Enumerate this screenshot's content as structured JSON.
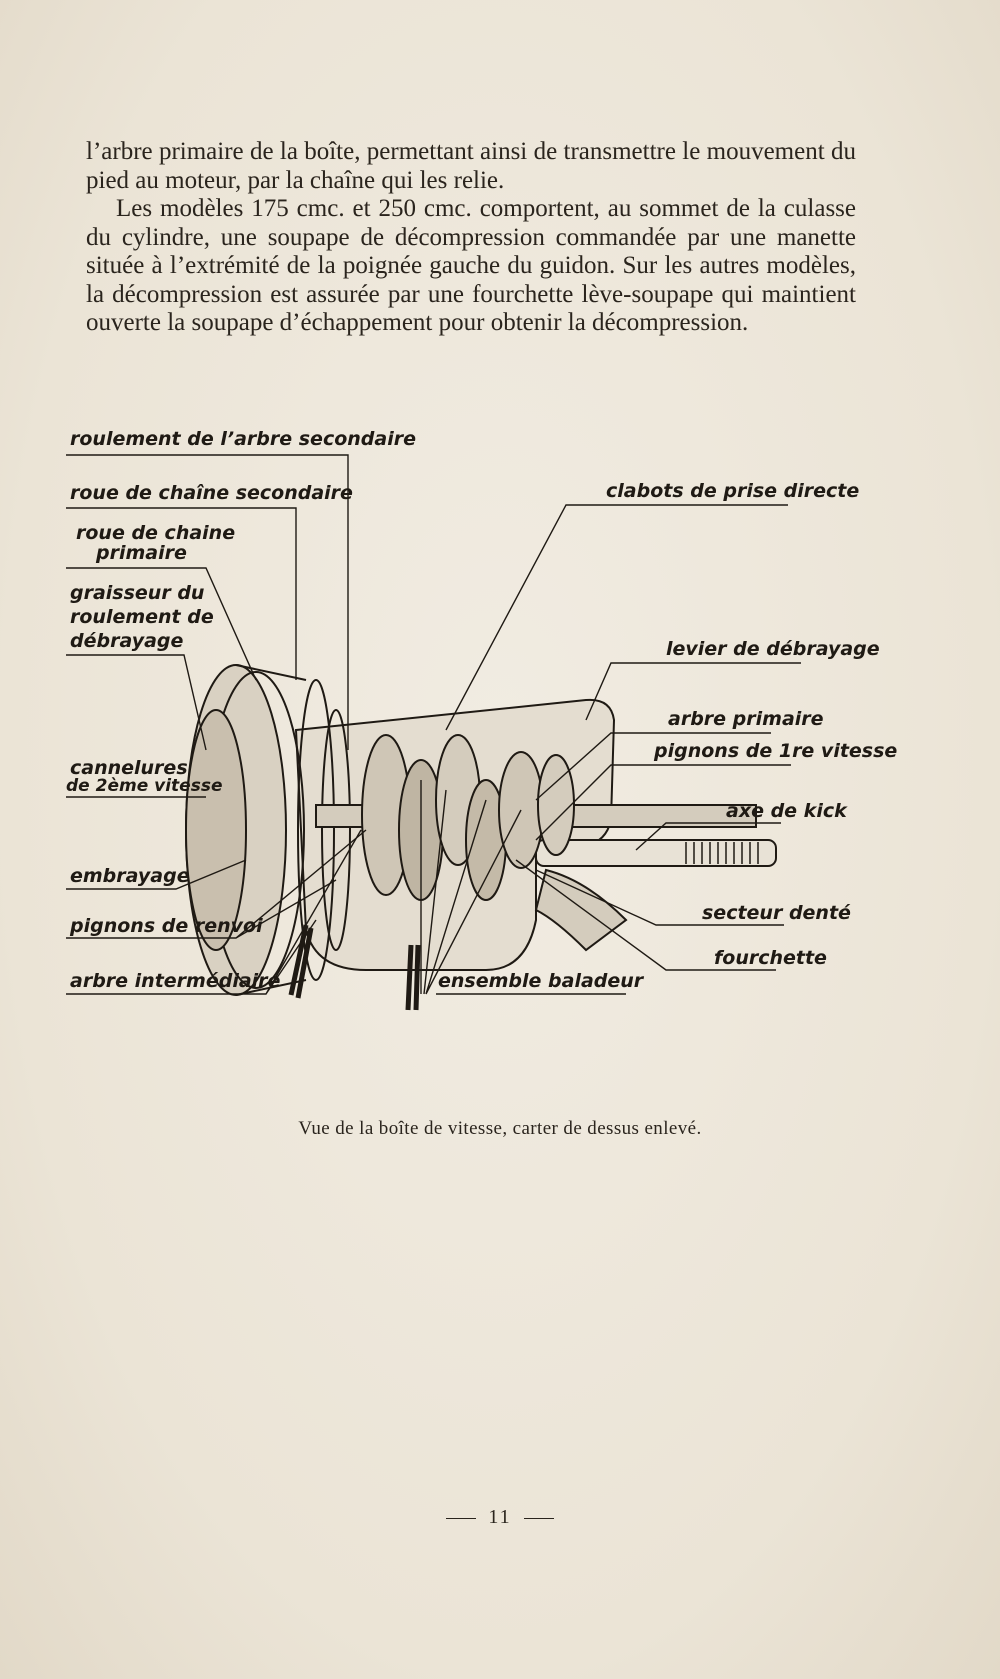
{
  "text": {
    "paragraph_1": "l’arbre primaire de la boîte, permettant ainsi de transmettre le mouvement du pied au moteur, par la chaîne qui les relie.",
    "paragraph_2": "Les modèles 175 cmc. et 250 cmc. comportent, au sommet de la culasse du cylindre, une soupape de décompression commandée par une manette située à l’extrémité de la poignée gauche du guidon. Sur les autres modèles, la décompression est assurée par une fourchette lève-soupape qui maintient ouverte la soupape d’échappement pour obtenir la décompression."
  },
  "figure": {
    "labels": {
      "roulement_arbre_secondaire": "roulement de l’arbre secondaire",
      "roue_chaine_secondaire": "roue de chaîne secondaire",
      "roue_chaine_primaire_1": "roue de chaine",
      "roue_chaine_primaire_2": "primaire",
      "graisseur_1": "graisseur du",
      "graisseur_2": "roulement de",
      "graisseur_3": "débrayage",
      "cannelures_1": "cannelures",
      "cannelures_2": "de 2ème vitesse",
      "embrayage": "embrayage",
      "pignons_renvoi": "pignons de renvoi",
      "arbre_intermediaire": "arbre intermédiaire",
      "ensemble_baladeur": "ensemble baladeur",
      "clabots": "clabots de prise directe",
      "levier_debrayage": "levier de débrayage",
      "arbre_primaire": "arbre primaire",
      "pignons_1re": "pignons de 1re vitesse",
      "axe_kick": "axe de kick",
      "secteur_dente": "secteur denté",
      "fourchette": "fourchette"
    },
    "caption": "Vue de la boîte de vitesse, carter de dessus enlevé."
  },
  "footer": {
    "page_number": "11"
  }
}
